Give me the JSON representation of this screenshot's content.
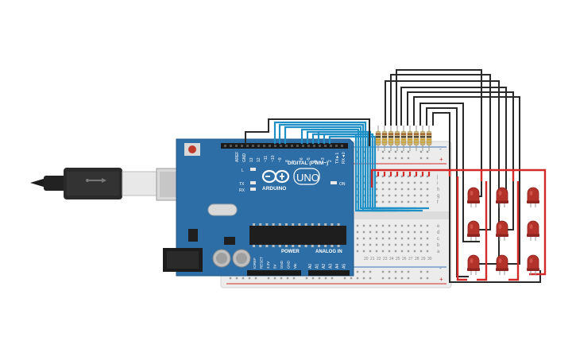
{
  "board": {
    "brand": "ARDUINO",
    "model": "UNO",
    "reset_label": "RESET",
    "digital_header": "DIGITAL (PWM~)",
    "power_header": "POWER",
    "analog_header": "ANALOG IN",
    "on_label": "ON",
    "led_l": "L",
    "led_tx": "TX",
    "led_rx": "RX",
    "aref_label": "AREF",
    "gnd_label": "GND",
    "tx_pin": "TX►1",
    "rx_pin": "RX◄0",
    "digital_pins": [
      "13",
      "12",
      "~11",
      "~10",
      "~9",
      "8",
      "7",
      "~6",
      "~5",
      "4",
      "~3",
      "2"
    ],
    "power_pins": [
      "IOREF",
      "RESET",
      "3.3V",
      "5V",
      "GND",
      "GND",
      "Vin"
    ],
    "analog_pins": [
      "A0",
      "A1",
      "A2",
      "A3",
      "A4",
      "A5"
    ]
  },
  "breadboard": {
    "row_letters_top": [
      "j",
      "i",
      "h",
      "g",
      "f"
    ],
    "row_letters_bottom": [
      "e",
      "d",
      "c",
      "b",
      "a"
    ],
    "column_numbers": [
      "20",
      "21",
      "22",
      "23",
      "24",
      "25",
      "26",
      "27",
      "28",
      "29",
      "30"
    ],
    "plus": "+",
    "minus": "-"
  },
  "colors": {
    "board": "#2e6ea6",
    "breadboard": "#eeeeee",
    "signal_wire": "#1e90c6",
    "ground_wire": "#2a2a2a",
    "power_wire": "#d42a2a",
    "led": "#b3322a",
    "resistor": "#c8b27e"
  },
  "icons": {
    "usb": "usb-cable-icon",
    "arduino_logo": "infinity-logo-icon"
  },
  "led_count": 9,
  "resistor_count": 9
}
